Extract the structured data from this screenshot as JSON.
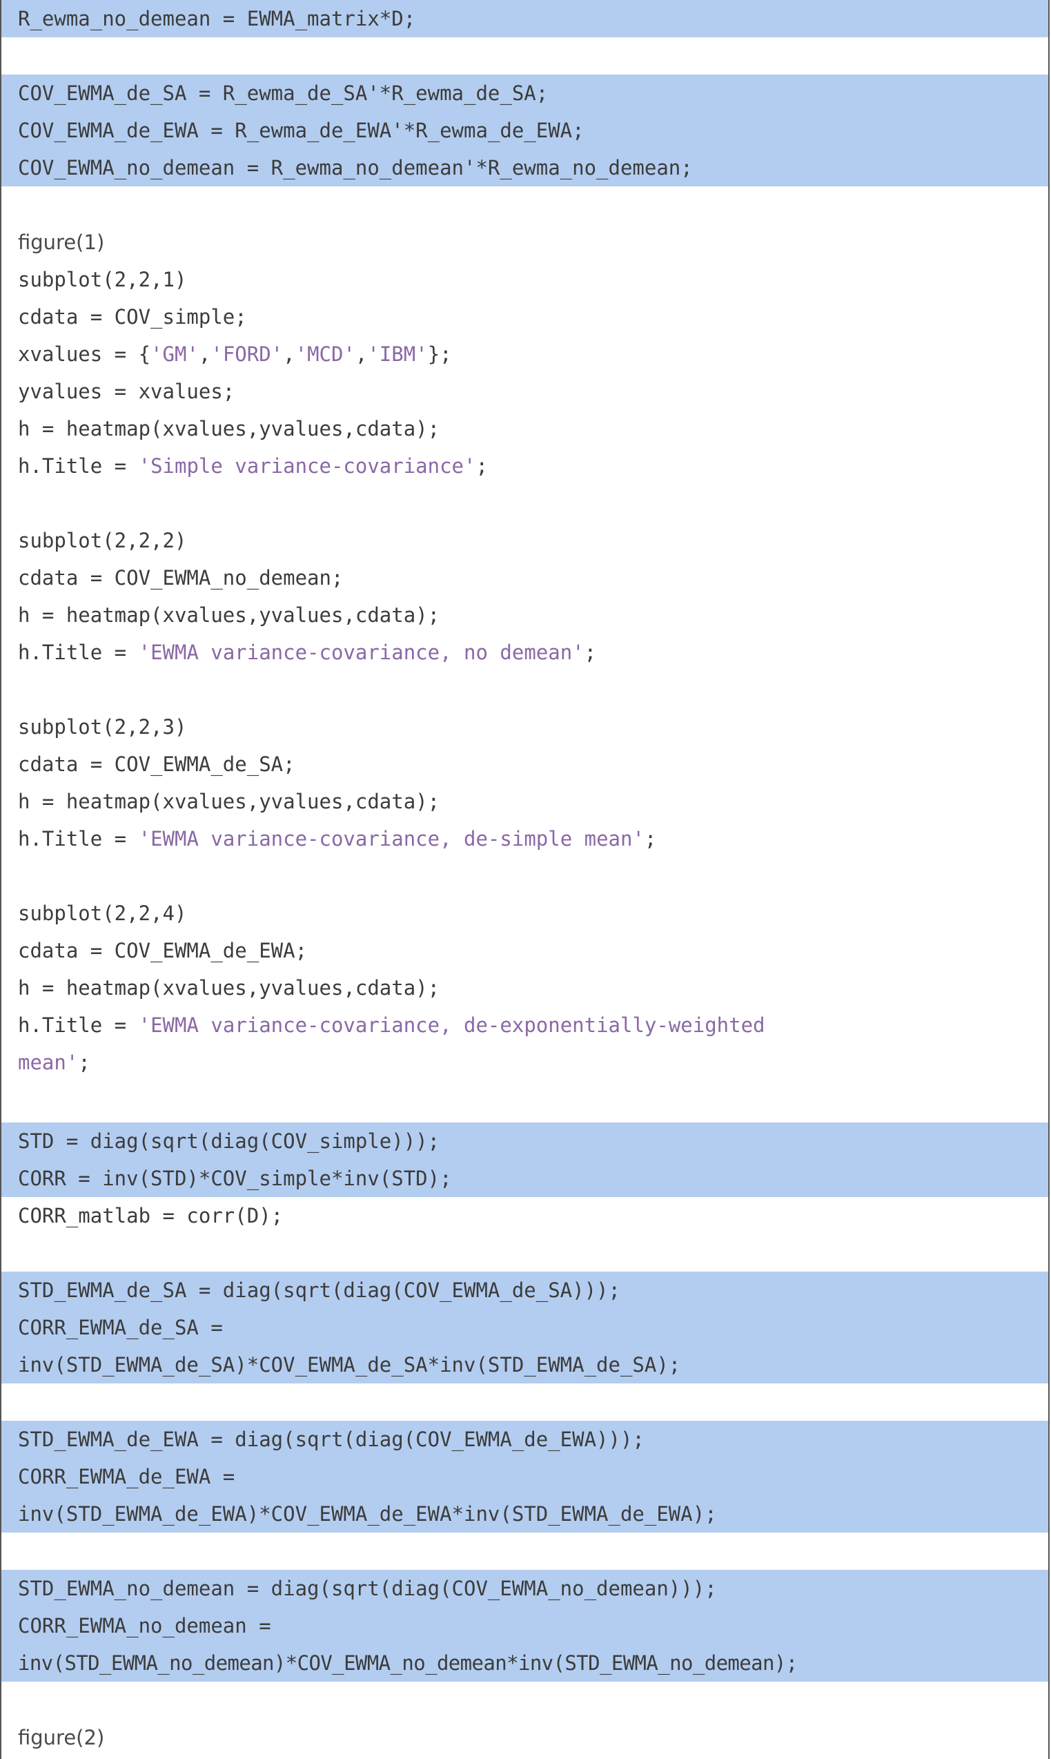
{
  "editor": {
    "theme": {
      "highlight": "#b3cdf0",
      "text": "#3c3c3c",
      "string": "#8a68a6"
    },
    "lines": [
      {
        "n": "l1",
        "code": "R_ewma_no_demean = EWMA_matrix*D;"
      },
      {
        "n": "l2",
        "code": "COV_EWMA_de_SA = R_ewma_de_SA'*R_ewma_de_SA;"
      },
      {
        "n": "l3",
        "code": "COV_EWMA_de_EWA = R_ewma_de_EWA'*R_ewma_de_EWA;"
      },
      {
        "n": "l4",
        "code": "COV_EWMA_no_demean = R_ewma_no_demean'*R_ewma_no_demean;"
      },
      {
        "n": "l5",
        "code": "figure(1)"
      },
      {
        "n": "l6",
        "code": "subplot(2,2,1)"
      },
      {
        "n": "l7",
        "code": "cdata = COV_simple;"
      },
      {
        "n": "l8a",
        "code": "xvalues = {"
      },
      {
        "n": "l8s1",
        "code": "'GM'"
      },
      {
        "n": "l8c1",
        "code": ","
      },
      {
        "n": "l8s2",
        "code": "'FORD'"
      },
      {
        "n": "l8c2",
        "code": ","
      },
      {
        "n": "l8s3",
        "code": "'MCD'"
      },
      {
        "n": "l8c3",
        "code": ","
      },
      {
        "n": "l8s4",
        "code": "'IBM'"
      },
      {
        "n": "l8b",
        "code": "};"
      },
      {
        "n": "l9",
        "code": "yvalues = xvalues;"
      },
      {
        "n": "l10",
        "code": "h = heatmap(xvalues,yvalues,cdata);"
      },
      {
        "n": "l11a",
        "code": "h.Title = "
      },
      {
        "n": "l11s",
        "code": "'Simple variance-covariance'"
      },
      {
        "n": "l11b",
        "code": ";"
      },
      {
        "n": "l12",
        "code": "subplot(2,2,2)"
      },
      {
        "n": "l13",
        "code": "cdata = COV_EWMA_no_demean;"
      },
      {
        "n": "l14",
        "code": "h = heatmap(xvalues,yvalues,cdata);"
      },
      {
        "n": "l15a",
        "code": "h.Title = "
      },
      {
        "n": "l15s",
        "code": "'EWMA variance-covariance, no demean'"
      },
      {
        "n": "l15b",
        "code": ";"
      },
      {
        "n": "l16",
        "code": "subplot(2,2,3)"
      },
      {
        "n": "l17",
        "code": "cdata = COV_EWMA_de_SA;"
      },
      {
        "n": "l18",
        "code": "h = heatmap(xvalues,yvalues,cdata);"
      },
      {
        "n": "l19a",
        "code": "h.Title = "
      },
      {
        "n": "l19s",
        "code": "'EWMA variance-covariance, de-simple mean'"
      },
      {
        "n": "l19b",
        "code": ";"
      },
      {
        "n": "l20",
        "code": "subplot(2,2,4)"
      },
      {
        "n": "l21",
        "code": "cdata = COV_EWMA_de_EWA;"
      },
      {
        "n": "l22",
        "code": "h = heatmap(xvalues,yvalues,cdata);"
      },
      {
        "n": "l23a",
        "code": "h.Title = "
      },
      {
        "n": "l23s",
        "code": "'EWMA variance-covariance, de-exponentially-weighted"
      },
      {
        "n": "l24s",
        "code": "mean'"
      },
      {
        "n": "l24b",
        "code": ";"
      },
      {
        "n": "l25",
        "code": "STD = diag(sqrt(diag(COV_simple)));"
      },
      {
        "n": "l26",
        "code": "CORR = inv(STD)*COV_simple*inv(STD);"
      },
      {
        "n": "l27",
        "code": "CORR_matlab = corr(D);"
      },
      {
        "n": "l28",
        "code": "STD_EWMA_de_SA = diag(sqrt(diag(COV_EWMA_de_SA)));"
      },
      {
        "n": "l29",
        "code": "CORR_EWMA_de_SA ="
      },
      {
        "n": "l30",
        "code": "inv(STD_EWMA_de_SA)*COV_EWMA_de_SA*inv(STD_EWMA_de_SA);"
      },
      {
        "n": "l31",
        "code": "STD_EWMA_de_EWA = diag(sqrt(diag(COV_EWMA_de_EWA)));"
      },
      {
        "n": "l32",
        "code": "CORR_EWMA_de_EWA ="
      },
      {
        "n": "l33",
        "code": "inv(STD_EWMA_de_EWA)*COV_EWMA_de_EWA*inv(STD_EWMA_de_EWA);"
      },
      {
        "n": "l34",
        "code": "STD_EWMA_no_demean = diag(sqrt(diag(COV_EWMA_no_demean)));"
      },
      {
        "n": "l35",
        "code": "CORR_EWMA_no_demean ="
      },
      {
        "n": "l36",
        "code": "inv(STD_EWMA_no_demean)*COV_EWMA_no_demean*inv(STD_EWMA_no_demean);"
      },
      {
        "n": "l37",
        "code": "figure(2)"
      }
    ]
  }
}
